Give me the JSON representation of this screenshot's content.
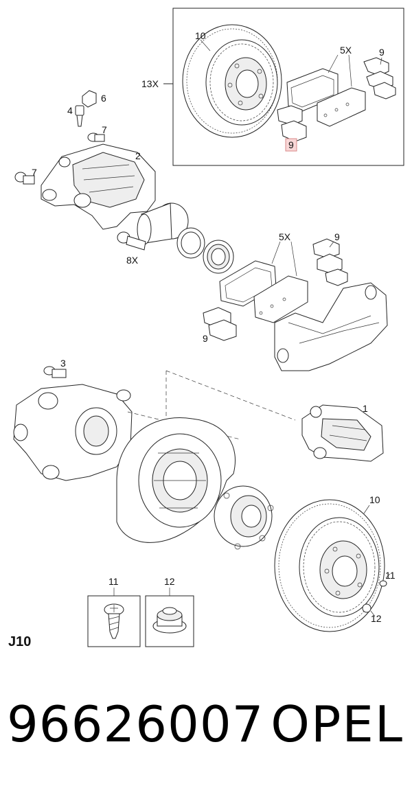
{
  "diagram": {
    "sheet_code": "J10",
    "callouts": {
      "c_10_top": "10",
      "c_5x_top": "5X",
      "c_9_top": "9",
      "c_13x": "13X",
      "c_9_highlight": "9",
      "c_6": "6",
      "c_4": "4",
      "c_7_a": "7",
      "c_2": "2",
      "c_7_b": "7",
      "c_8x": "8X",
      "c_5x_mid": "5X",
      "c_9_mid": "9",
      "c_9_lower": "9",
      "c_3": "3",
      "c_1": "1",
      "c_10_bottom": "10",
      "c_11_side": "11",
      "c_12_side": "12",
      "c_11_box": "11",
      "c_12_box": "12"
    }
  },
  "footer": {
    "part_number": "96626007",
    "brand": "OPEL"
  }
}
